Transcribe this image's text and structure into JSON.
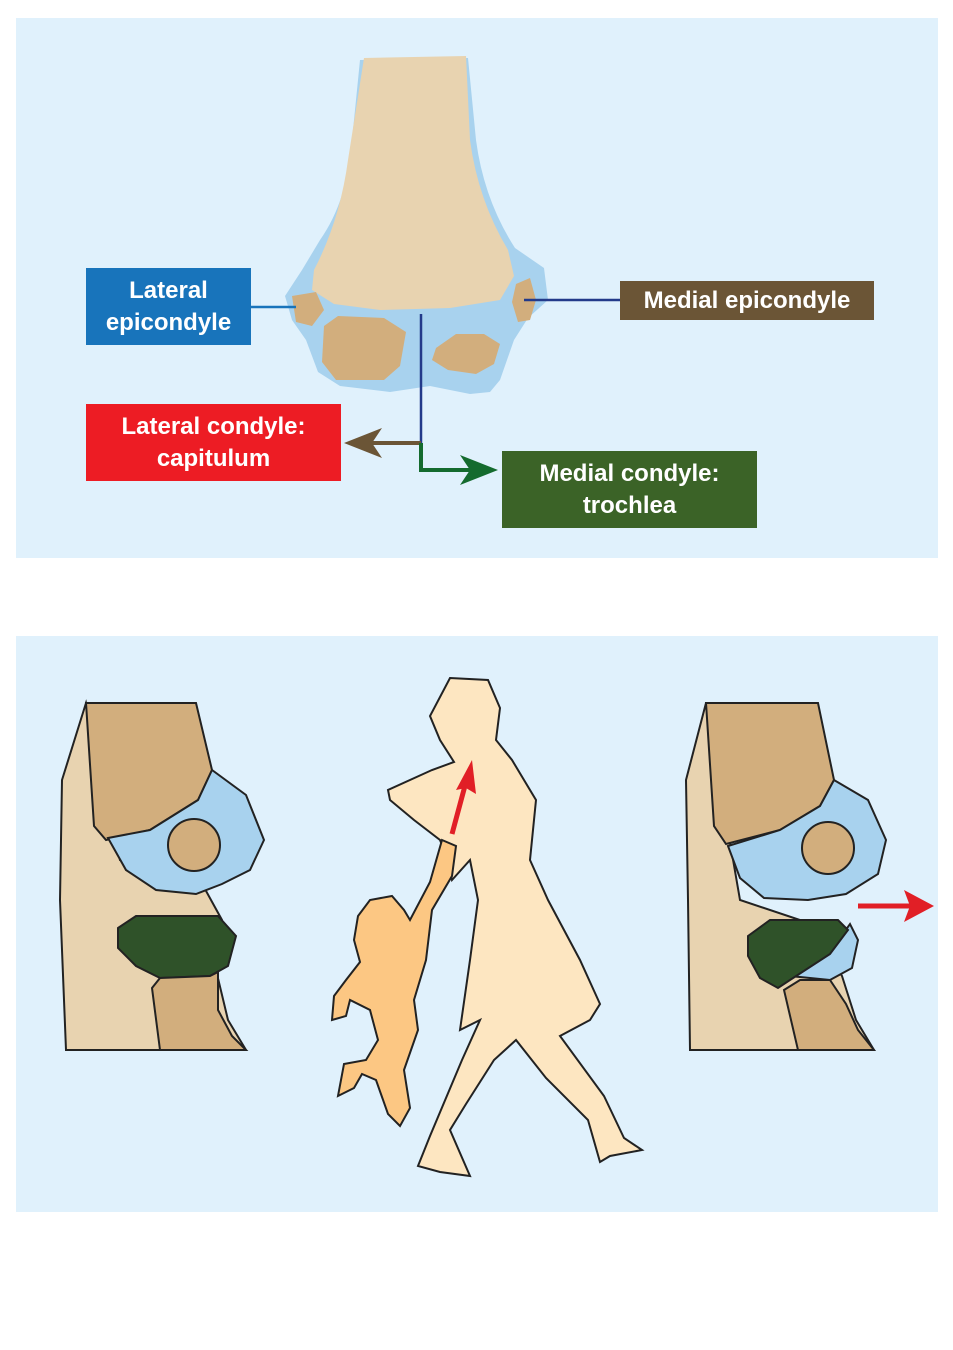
{
  "labels": {
    "lateral_epicondyle": {
      "line1": "Lateral",
      "line2": "epicondyle",
      "color": "#1874bb"
    },
    "medial_epicondyle": {
      "line1": "Medial epicondyle",
      "color": "#6b5536"
    },
    "lateral_condyle": {
      "line1": "Lateral condyle:",
      "line2": "capitulum",
      "color": "#ed1c24"
    },
    "medial_condyle": {
      "line1": "Medial condyle:",
      "line2": "trochlea",
      "color": "#3b6327"
    }
  },
  "colors": {
    "panel_bg": "#e0f1fc",
    "bone": "#e8d3b0",
    "cartilage": "#a8d2ee",
    "ossification": "#d2ae7d",
    "trochlea_dark": "#2f5229",
    "woman": "#fde6c1",
    "child": "#fcc783",
    "arrow_red": "#e11f26",
    "arrow_brown": "#6b5536",
    "arrow_green": "#146b2e",
    "line_navy": "#233a8a"
  }
}
